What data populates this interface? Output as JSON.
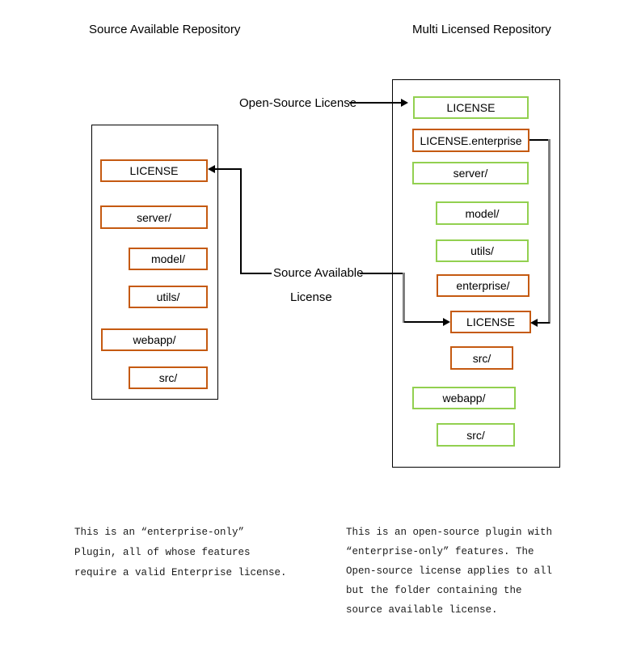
{
  "titles": {
    "left": "Source Available Repository",
    "right": "Multi Licensed Repository"
  },
  "connector_labels": {
    "open_source": "Open-Source License",
    "source_available_line1": "Source Available",
    "source_available_line2": "License"
  },
  "left_repo": {
    "items": [
      {
        "label": "LICENSE",
        "color": "orange"
      },
      {
        "label": "server/",
        "color": "orange"
      },
      {
        "label": "model/",
        "color": "orange"
      },
      {
        "label": "utils/",
        "color": "orange"
      },
      {
        "label": "webapp/",
        "color": "orange"
      },
      {
        "label": "src/",
        "color": "orange"
      }
    ]
  },
  "right_repo": {
    "items": [
      {
        "label": "LICENSE",
        "color": "green"
      },
      {
        "label": "LICENSE.enterprise",
        "color": "orange"
      },
      {
        "label": "server/",
        "color": "green"
      },
      {
        "label": "model/",
        "color": "green"
      },
      {
        "label": "utils/",
        "color": "green"
      },
      {
        "label": "enterprise/",
        "color": "orange"
      },
      {
        "label": "LICENSE",
        "color": "orange"
      },
      {
        "label": "src/",
        "color": "orange"
      },
      {
        "label": "webapp/",
        "color": "green"
      },
      {
        "label": "src/",
        "color": "green"
      }
    ]
  },
  "notes": {
    "left_lines": [
      "This is an “enterprise-only”",
      "Plugin, all of whose features",
      "require a valid Enterprise license."
    ],
    "right_lines": [
      "This is an open-source plugin with",
      "“enterprise-only” features. The",
      "Open-source license applies to all",
      "but the folder containing the",
      "source available license."
    ]
  },
  "colors": {
    "orange_border": "#C55A11",
    "green_border": "#92D050",
    "connector_black": "#000000",
    "connector_gray": "#7F7F7F"
  }
}
